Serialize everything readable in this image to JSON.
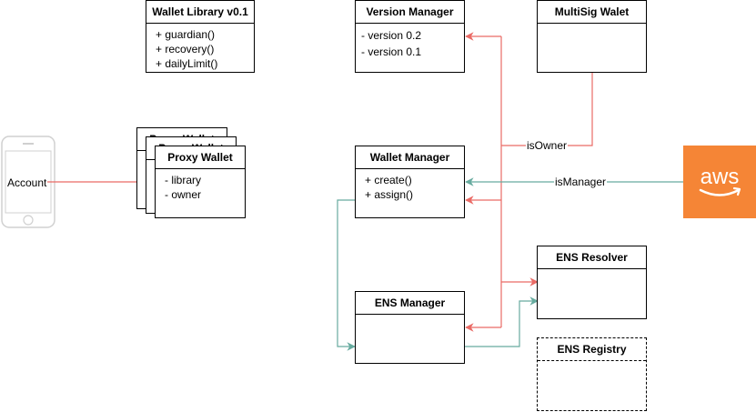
{
  "boxes": {
    "wallet_library": {
      "title": "Wallet Library v0.1",
      "methods": [
        "+ guardian()",
        "+ recovery()",
        "+ dailyLimit()"
      ]
    },
    "version_manager": {
      "title": "Version Manager",
      "items": [
        "- version 0.2",
        "- version 0.1"
      ]
    },
    "multisig": {
      "title": "MultiSig Walet"
    },
    "proxy_back2": {
      "title": "Proxy Wallet"
    },
    "proxy_back1": {
      "title": "Proxy Wallet"
    },
    "proxy_front": {
      "title": "Proxy Wallet",
      "fields": [
        "- library",
        "- owner"
      ]
    },
    "wallet_manager": {
      "title": "Wallet Manager",
      "methods": [
        "+ create()",
        "+ assign()"
      ]
    },
    "ens_resolver": {
      "title": "ENS Resolver"
    },
    "ens_manager": {
      "title": "ENS Manager"
    },
    "ens_registry": {
      "title": "ENS Registry"
    }
  },
  "account": {
    "label": "Account"
  },
  "aws": {
    "logo_text": "aws"
  },
  "edges": {
    "is_owner": "isOwner",
    "is_manager": "isManager"
  },
  "colors": {
    "red_edge": "#ea6b66",
    "teal_edge": "#67ab9f",
    "aws_orange": "#f58536",
    "phone_gray": "#d0d0d0"
  }
}
